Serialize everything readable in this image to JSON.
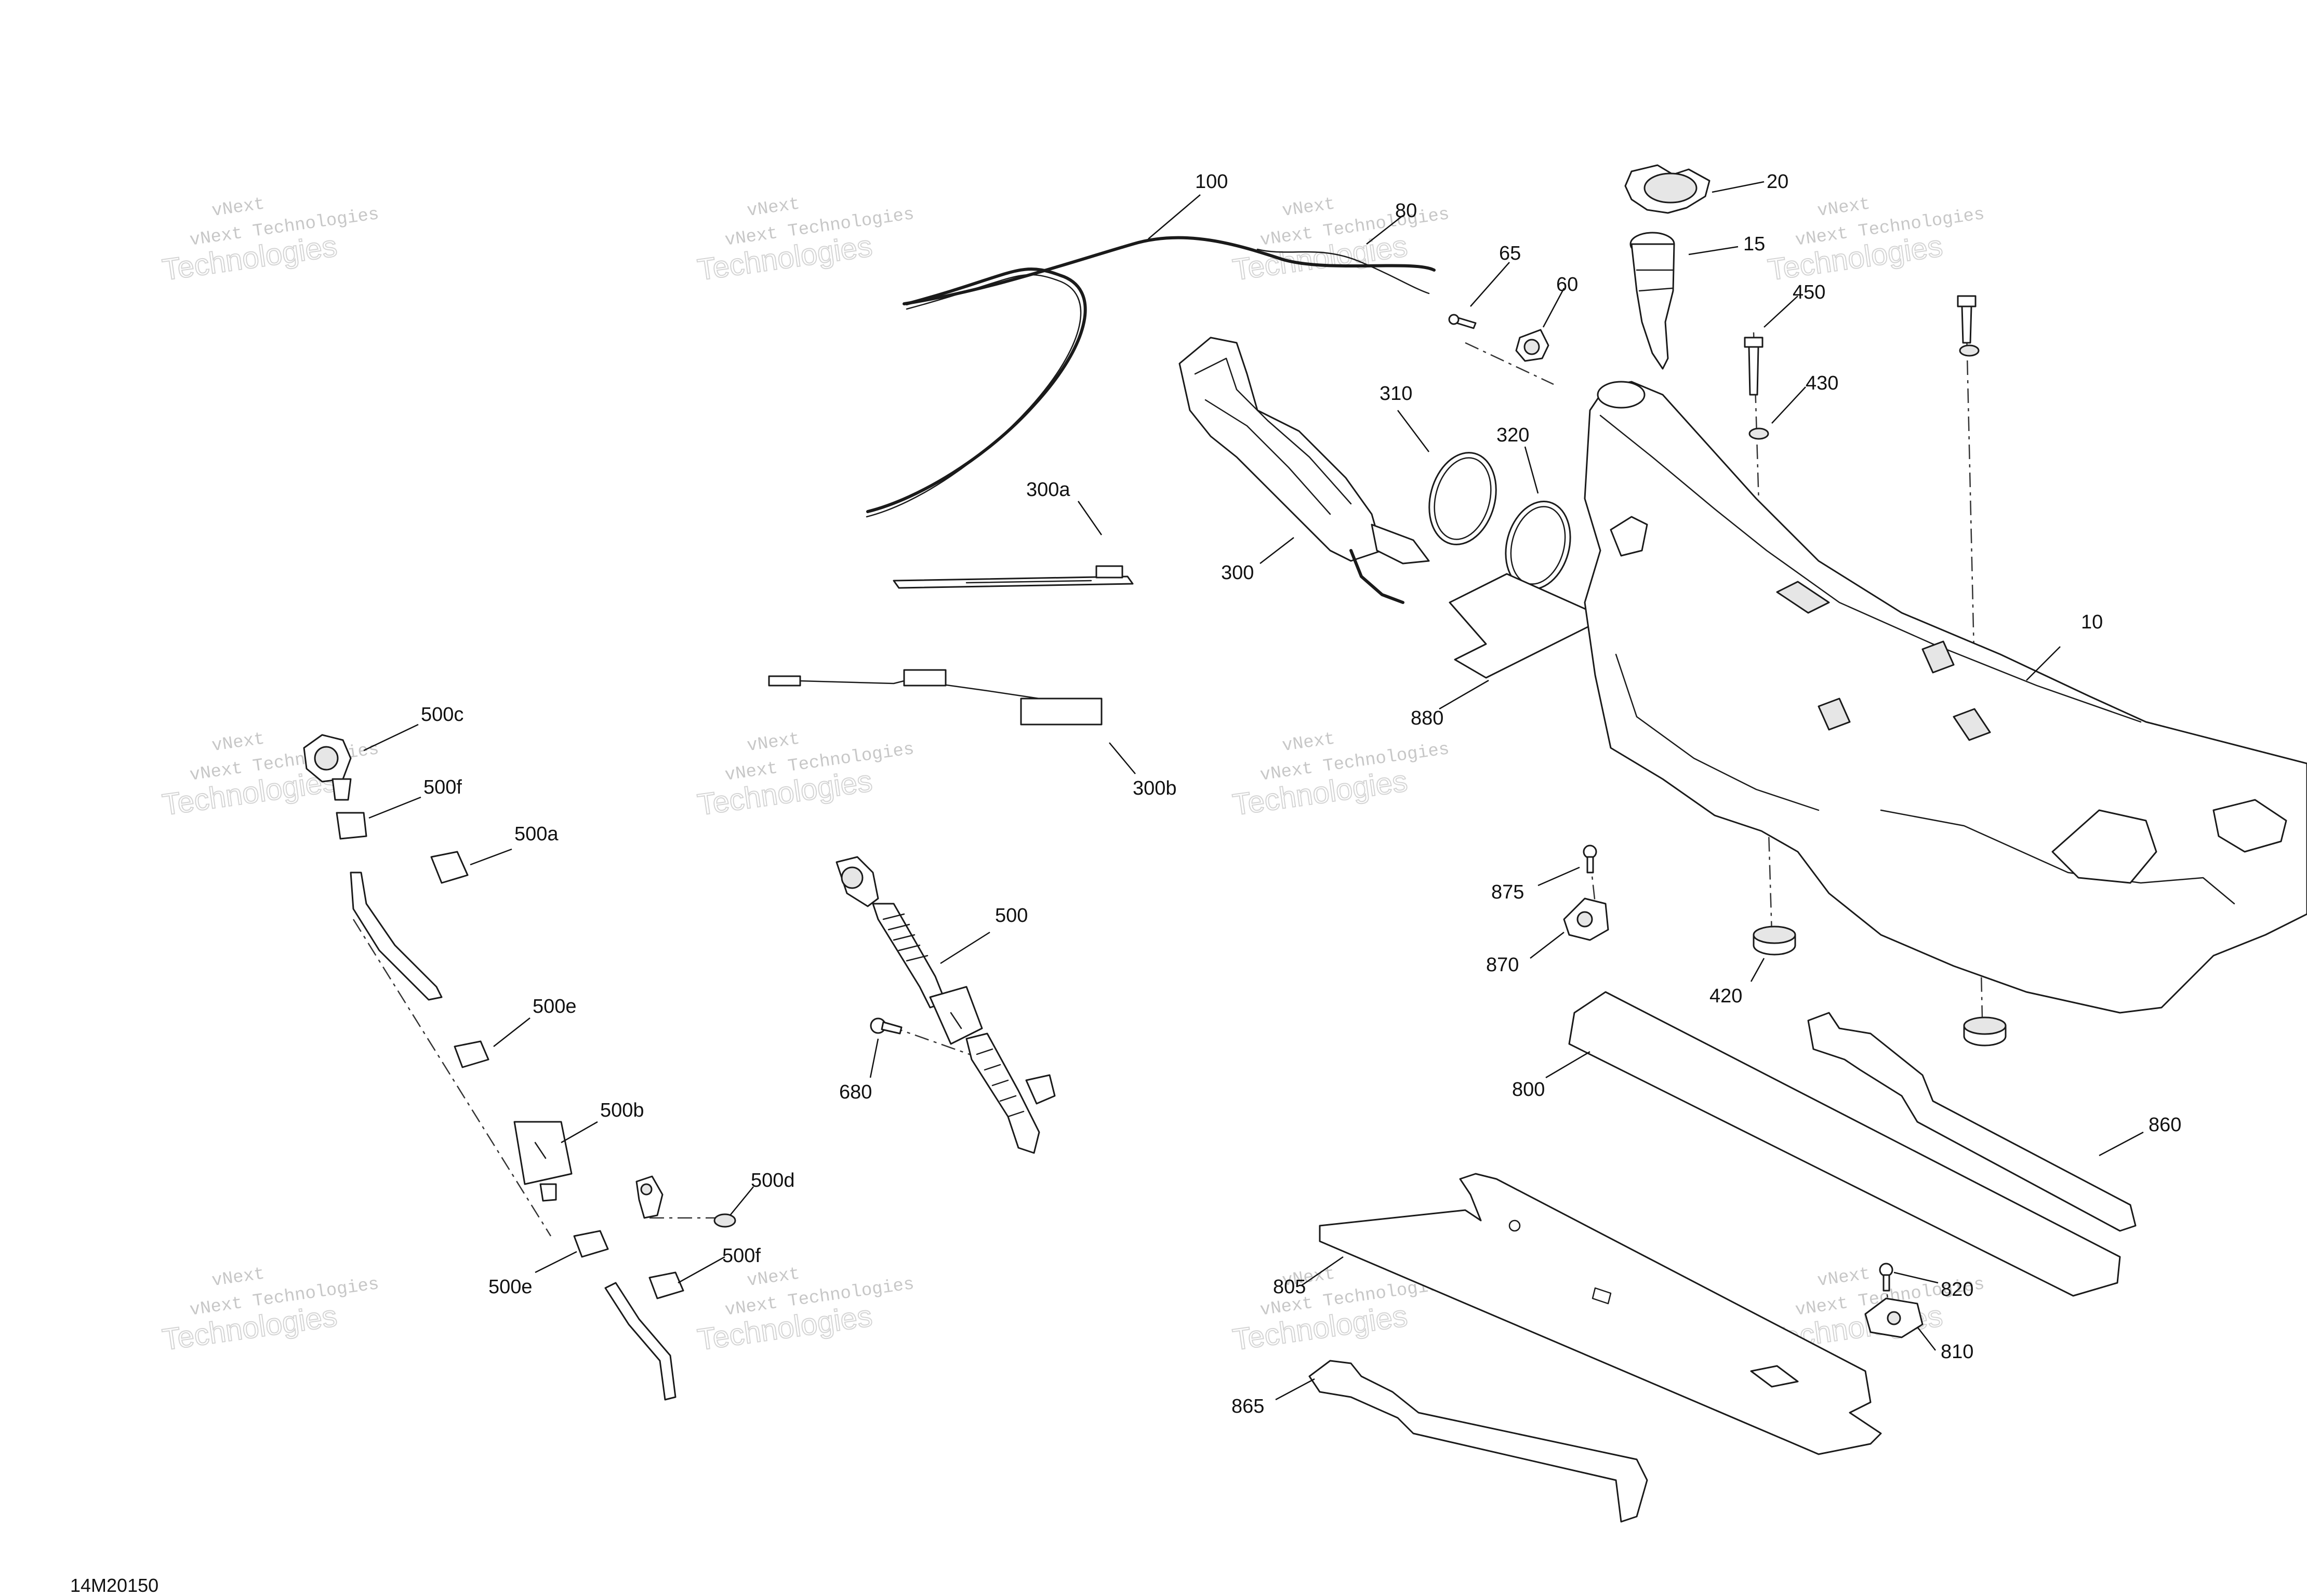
{
  "drawing_number": "14M20150",
  "watermark": {
    "line1": "vNext",
    "line2": "vNext Technologies",
    "line3": "Technologies"
  },
  "callouts": [
    {
      "id": "c100",
      "label": "100"
    },
    {
      "id": "c80",
      "label": "80"
    },
    {
      "id": "c20",
      "label": "20"
    },
    {
      "id": "c15",
      "label": "15"
    },
    {
      "id": "c65",
      "label": "65"
    },
    {
      "id": "c60",
      "label": "60"
    },
    {
      "id": "c450",
      "label": "450"
    },
    {
      "id": "c430",
      "label": "430"
    },
    {
      "id": "c310",
      "label": "310"
    },
    {
      "id": "c320",
      "label": "320"
    },
    {
      "id": "c300a",
      "label": "300a"
    },
    {
      "id": "c300",
      "label": "300"
    },
    {
      "id": "c10",
      "label": "10"
    },
    {
      "id": "c880",
      "label": "880"
    },
    {
      "id": "c300b",
      "label": "300b"
    },
    {
      "id": "c500c",
      "label": "500c"
    },
    {
      "id": "c500f",
      "label": "500f"
    },
    {
      "id": "c500a",
      "label": "500a"
    },
    {
      "id": "c500",
      "label": "500"
    },
    {
      "id": "c875",
      "label": "875"
    },
    {
      "id": "c870",
      "label": "870"
    },
    {
      "id": "c420",
      "label": "420"
    },
    {
      "id": "c500e",
      "label": "500e"
    },
    {
      "id": "c680",
      "label": "680"
    },
    {
      "id": "c800",
      "label": "800"
    },
    {
      "id": "c500b",
      "label": "500b"
    },
    {
      "id": "c860",
      "label": "860"
    },
    {
      "id": "c500d",
      "label": "500d"
    },
    {
      "id": "c500f2",
      "label": "500f"
    },
    {
      "id": "c500e2",
      "label": "500e"
    },
    {
      "id": "c820",
      "label": "820"
    },
    {
      "id": "c805",
      "label": "805"
    },
    {
      "id": "c810",
      "label": "810"
    },
    {
      "id": "c865",
      "label": "865"
    }
  ]
}
